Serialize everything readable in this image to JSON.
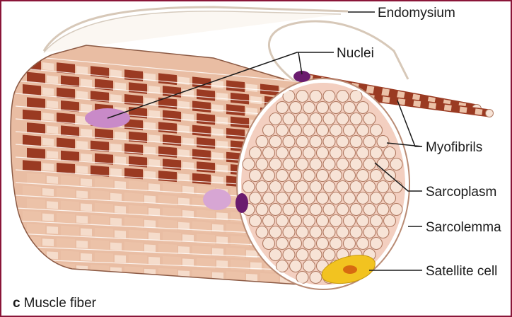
{
  "labels": {
    "endomysium": "Endomysium",
    "nuclei": "Nuclei",
    "myofibrils": "Myofibrils",
    "sarcoplasm": "Sarcoplasm",
    "sarcolemma": "Sarcolemma",
    "satellite_cell": "Satellite cell"
  },
  "caption": {
    "letter": "c",
    "text": "Muscle fiber"
  },
  "colors": {
    "frame": "#8a1538",
    "dark_band": "#9a3a22",
    "light_band": "#ecc2a8",
    "pale_band": "#f5dccb",
    "sarcoplasm": "#f3cfc0",
    "myofibril_end": "#f7e3d6",
    "nucleus_dark": "#6a1b6e",
    "nucleus_light": "#c98ac8",
    "satellite": "#f2c320"
  }
}
